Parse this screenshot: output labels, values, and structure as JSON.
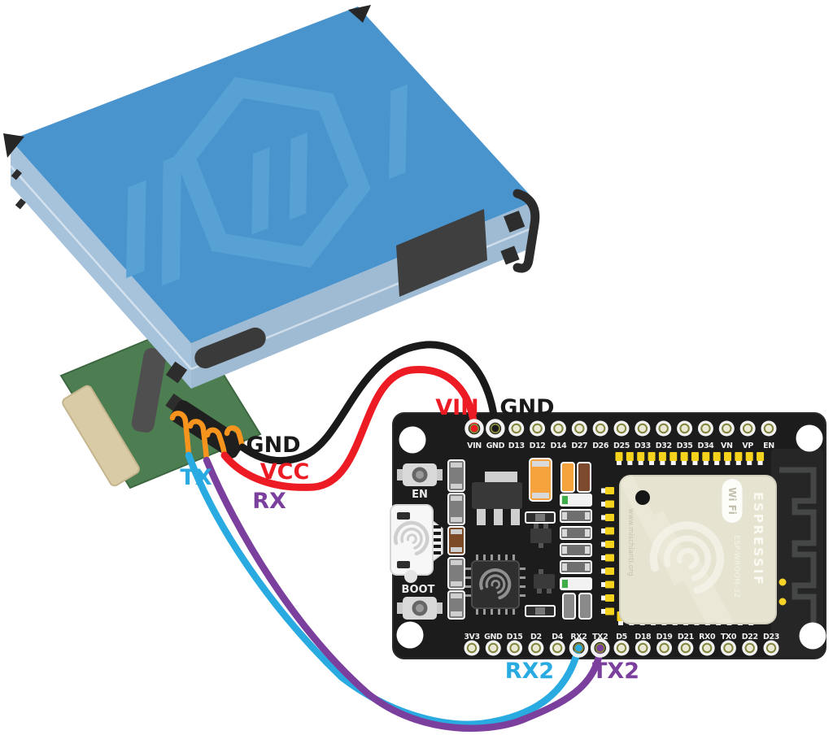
{
  "wire_labels": [
    {
      "text": "GND",
      "color": "#1a1a1a"
    },
    {
      "text": "VCC",
      "color": "#ed1c24"
    },
    {
      "text": "TX",
      "color": "#29abe2"
    },
    {
      "text": "RX",
      "color": "#7b3f9d"
    },
    {
      "text": "VIN",
      "color": "#ed1c24"
    },
    {
      "text": "GND",
      "color": "#1a1a1a"
    },
    {
      "text": "RX2",
      "color": "#29abe2"
    },
    {
      "text": "TX2",
      "color": "#7b3f9d"
    }
  ],
  "connections": [
    {
      "sensor_wire": "GND",
      "esp32_pin": "GND",
      "color": "#1a1a1a"
    },
    {
      "sensor_wire": "VCC",
      "esp32_pin": "VIN",
      "color": "#ed1c24"
    },
    {
      "sensor_wire": "TX",
      "esp32_pin": "RX2",
      "color": "#29abe2"
    },
    {
      "sensor_wire": "RX",
      "esp32_pin": "TX2",
      "color": "#7b3f9d"
    }
  ],
  "esp32": {
    "top_pins": [
      "VIN",
      "GND",
      "D13",
      "D12",
      "D14",
      "D27",
      "D26",
      "D25",
      "D33",
      "D32",
      "D35",
      "D34",
      "VN",
      "VP",
      "EN"
    ],
    "bottom_pins": [
      "3V3",
      "GND",
      "D15",
      "D2",
      "D4",
      "RX2",
      "TX2",
      "D5",
      "D18",
      "D19",
      "D21",
      "RX0",
      "TX0",
      "D22",
      "D23"
    ],
    "buttons": {
      "en": "EN",
      "boot": "BOOT"
    },
    "module": {
      "wifi_logo": "Wi Fi",
      "brand": "ESPRESSIF",
      "model": "ESP-WROOM-32",
      "watermark": "www.mischianti.org"
    }
  },
  "colors": {
    "sensor_top": "#4a94ce",
    "sensor_side_left": "#a7c3dc",
    "sensor_side_right": "#9fbbd4",
    "sensor_logo": "#58a1d4",
    "pcb_green": "#4d7e51",
    "connector_beige": "#d8cba6",
    "hook_orange": "#f7941d",
    "board_black": "#1c1c1c",
    "module_beige": "#e6e3d1",
    "pad_yellow": "#f5d31d",
    "pin_ring_olive": "#83843c",
    "wire_black": "#1a1a1a",
    "wire_red": "#ed1c24",
    "wire_cyan": "#29abe2",
    "wire_purple": "#7b3f9d"
  }
}
